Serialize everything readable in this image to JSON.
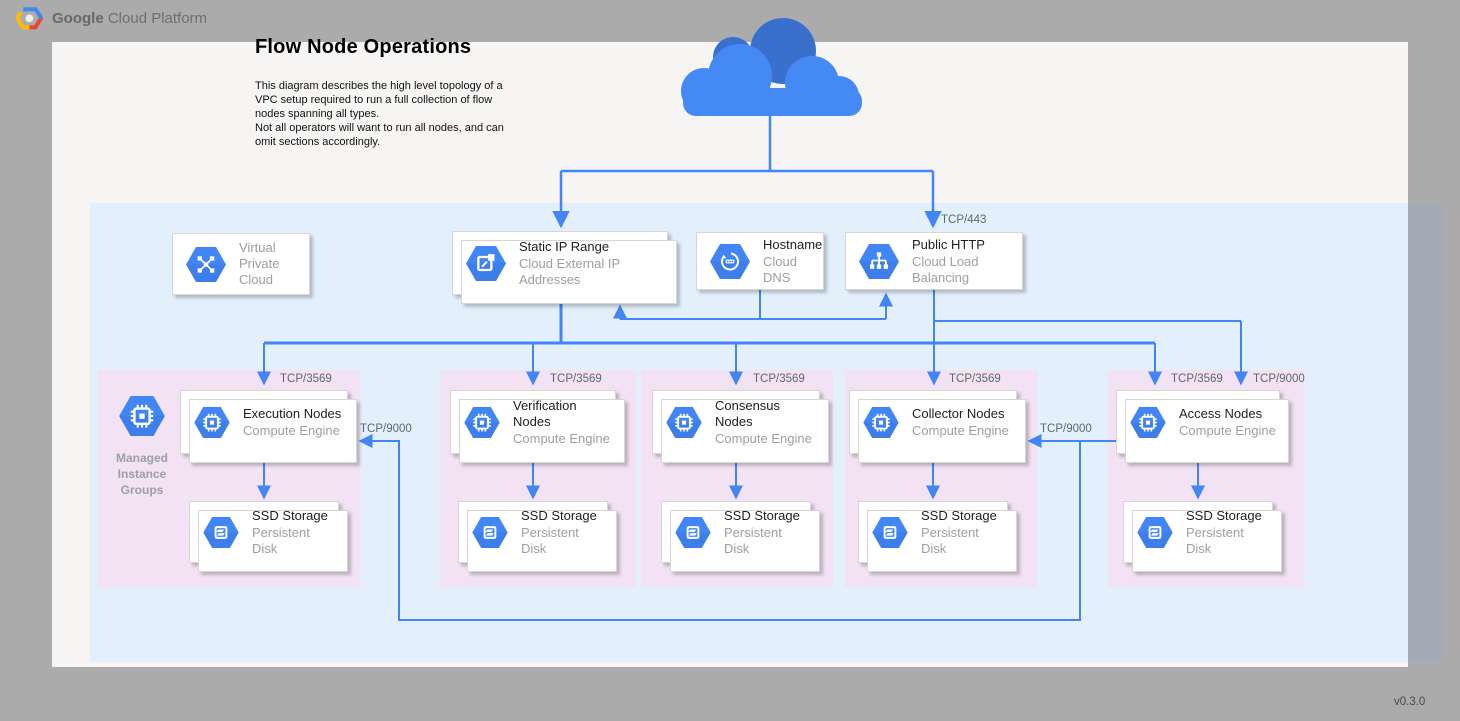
{
  "header": {
    "brand_bold": "Google",
    "brand_rest": "Cloud Platform"
  },
  "title": "Flow Node Operations",
  "description": "This diagram describes the high level topology of a\nVPC setup required to run a full collection of flow\nnodes spanning all types.\nNot all operators will want to run all nodes, and can\nomit sections accordingly.",
  "version": "v0.3.0",
  "vpc_card": {
    "line1": "Virtual",
    "line2": "Private Cloud"
  },
  "service_cards": {
    "static_ip": {
      "title": "Static IP Range",
      "subtitle": "Cloud External IP Addresses"
    },
    "hostname": {
      "title": "Hostname",
      "subtitle": "Cloud DNS"
    },
    "public_http": {
      "title": "Public HTTP",
      "subtitle": "Cloud Load Balancing"
    }
  },
  "mig_label": "Managed\nInstance\nGroups",
  "ports": {
    "https": "TCP/443",
    "flow": "TCP/3569",
    "grpc": "TCP/9000"
  },
  "groups": [
    {
      "name": "Execution Nodes",
      "engine": "Compute Engine",
      "storage": "SSD Storage",
      "disk": "Persistent Disk"
    },
    {
      "name": "Verification Nodes",
      "engine": "Compute Engine",
      "storage": "SSD Storage",
      "disk": "Persistent Disk"
    },
    {
      "name": "Consensus Nodes",
      "engine": "Compute Engine",
      "storage": "SSD Storage",
      "disk": "Persistent Disk"
    },
    {
      "name": "Collector Nodes",
      "engine": "Compute Engine",
      "storage": "SSD Storage",
      "disk": "Persistent Disk"
    },
    {
      "name": "Access Nodes",
      "engine": "Compute Engine",
      "storage": "SSD Storage",
      "disk": "Persistent Disk"
    }
  ],
  "colors": {
    "accent": "#4285f4",
    "vpc_bg": "#e3f0fc",
    "group_bg": "#f2e2f3",
    "canvas": "#f6f5f4",
    "page_bg": "#ababab"
  }
}
